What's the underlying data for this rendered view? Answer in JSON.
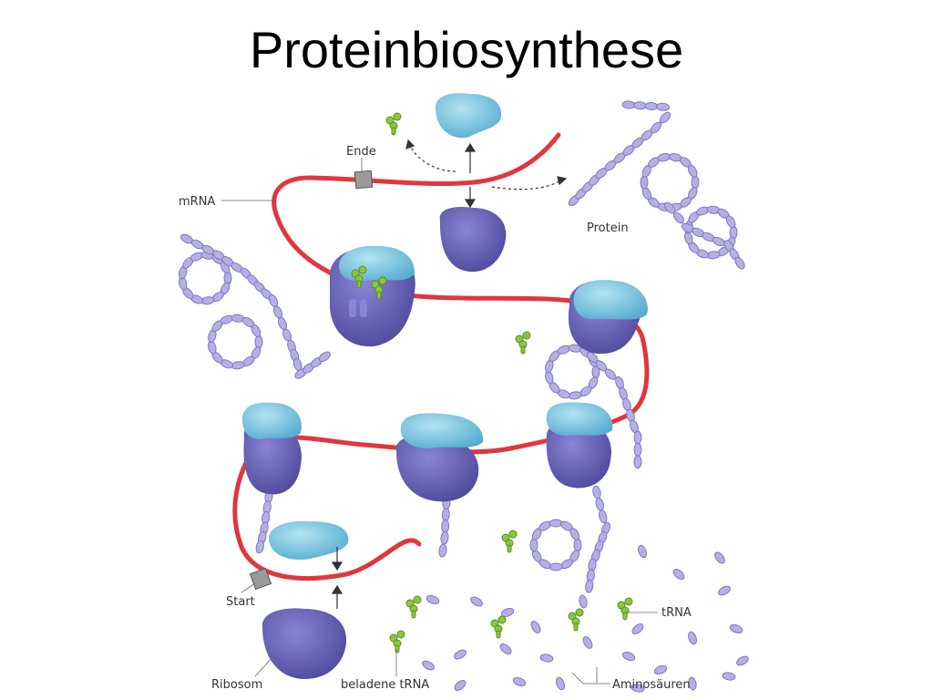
{
  "title": "Proteinbiosynthese",
  "labels": {
    "ende": "Ende",
    "mrna": "mRNA",
    "protein": "Protein",
    "start": "Start",
    "ribosom": "Ribosom",
    "beladene_trna": "beladene tRNA",
    "trna": "tRNA",
    "aminosaeuren": "Aminosäuren"
  },
  "colors": {
    "mrna": "#e0373d",
    "small_subunit": "#7fc8e3",
    "large_subunit": "#6a63b8",
    "amino_acid": "#b5b0e2",
    "trna": "#8cc63f",
    "codon_marker": "#9a9a9a"
  }
}
